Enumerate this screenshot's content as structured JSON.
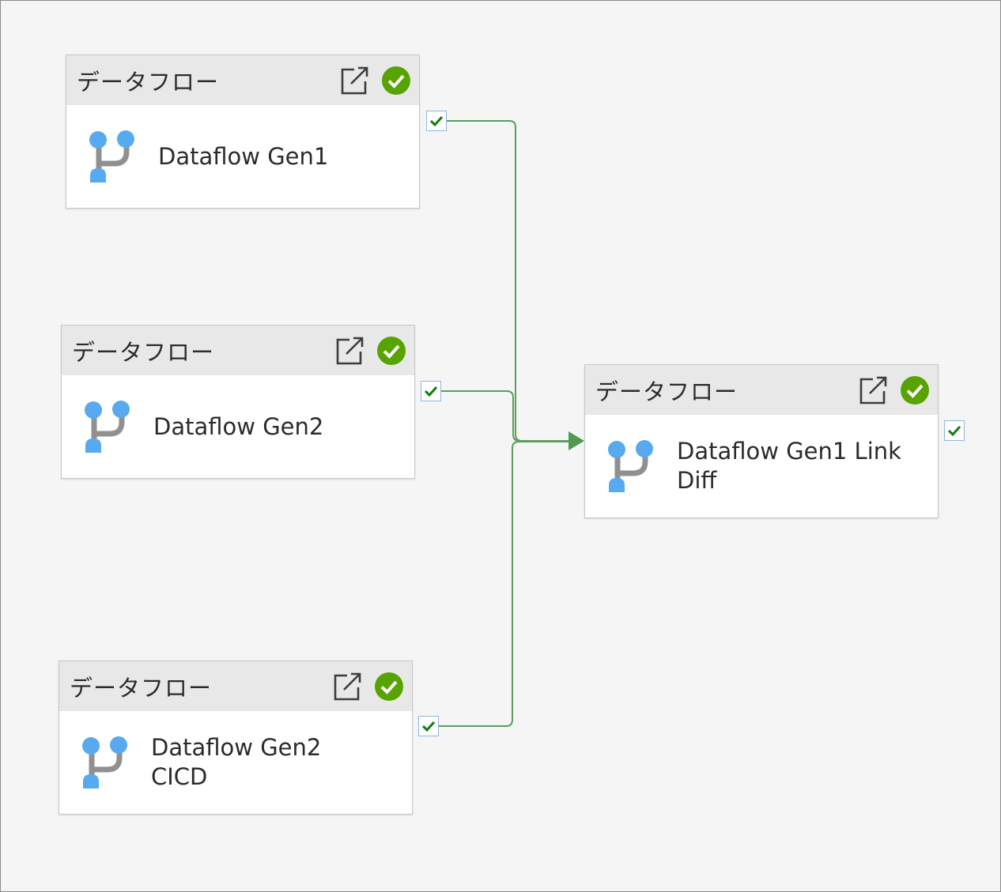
{
  "canvas": {
    "colors": {
      "connector": "#5a9e5e",
      "status_success": "#57a300",
      "port_check": "#107c10",
      "icon_blue": "#57aaf0",
      "icon_gray": "#909090"
    }
  },
  "activities": [
    {
      "type_label": "データフロー",
      "name": "Dataflow Gen1",
      "status": "succeeded",
      "icons": [
        "dataflow-icon",
        "open-external-icon",
        "success-check-icon"
      ]
    },
    {
      "type_label": "データフロー",
      "name": "Dataflow Gen2",
      "status": "succeeded",
      "icons": [
        "dataflow-icon",
        "open-external-icon",
        "success-check-icon"
      ]
    },
    {
      "type_label": "データフロー",
      "name": "Dataflow Gen2\nCICD",
      "status": "succeeded",
      "icons": [
        "dataflow-icon",
        "open-external-icon",
        "success-check-icon"
      ]
    },
    {
      "type_label": "データフロー",
      "name": "Dataflow Gen1 Link\nDiff",
      "status": "succeeded",
      "icons": [
        "dataflow-icon",
        "open-external-icon",
        "success-check-icon"
      ]
    }
  ],
  "ports": [
    {
      "activity": "Dataflow Gen1",
      "condition": "success",
      "icon": "port-check-icon"
    },
    {
      "activity": "Dataflow Gen2",
      "condition": "success",
      "icon": "port-check-icon"
    },
    {
      "activity": "Dataflow Gen2 CICD",
      "condition": "success",
      "icon": "port-check-icon"
    },
    {
      "activity": "Dataflow Gen1 Link Diff",
      "condition": "success",
      "icon": "port-check-icon"
    }
  ],
  "dependencies": [
    {
      "from": "Dataflow Gen1",
      "to": "Dataflow Gen1 Link Diff",
      "condition": "success"
    },
    {
      "from": "Dataflow Gen2",
      "to": "Dataflow Gen1 Link Diff",
      "condition": "success"
    },
    {
      "from": "Dataflow Gen2 CICD",
      "to": "Dataflow Gen1 Link Diff",
      "condition": "success"
    }
  ]
}
